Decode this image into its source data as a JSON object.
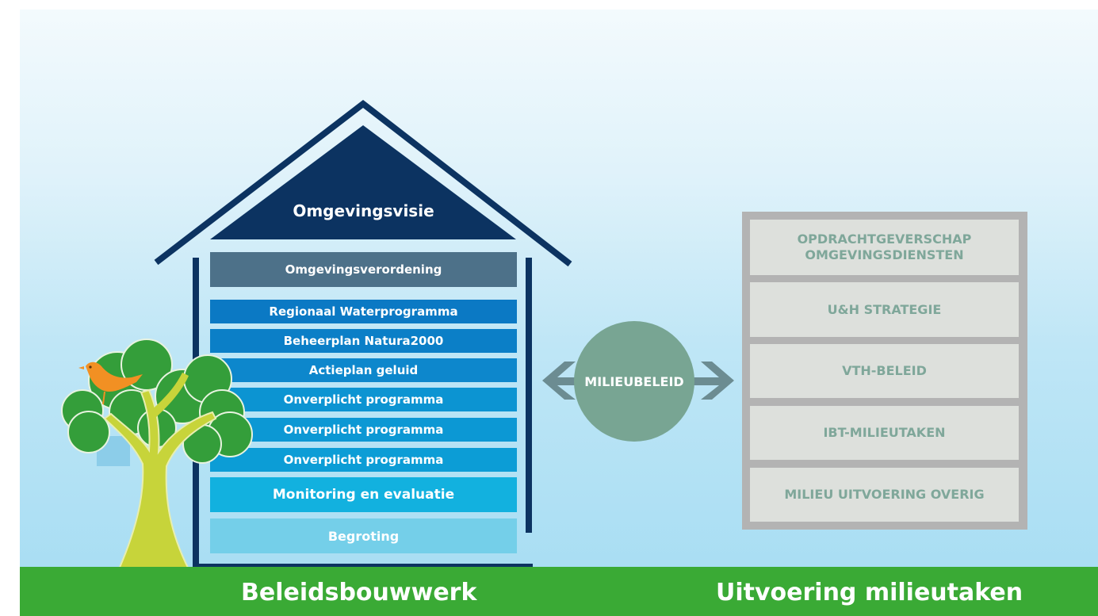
{
  "diagram": {
    "house": {
      "roof_label": "Omgevingsvisie",
      "layers": [
        {
          "label": "Omgevingsverordening",
          "color": "#4d7189"
        },
        {
          "label": "Regionaal Waterprogramma",
          "color": "#0b79c4"
        },
        {
          "label": "Beheerplan Natura2000",
          "color": "#0b7fc7"
        },
        {
          "label": "Actieplan geluid",
          "color": "#0d87cc"
        },
        {
          "label": "Onverplicht programma",
          "color": "#0c94d2"
        },
        {
          "label": "Onverplicht programma",
          "color": "#0c98d4"
        },
        {
          "label": "Onverplicht programma",
          "color": "#0c9dd6"
        },
        {
          "label": "Monitoring en evaluatie",
          "color": "#12b1df"
        },
        {
          "label": "Begroting",
          "color": "#74cfe9"
        }
      ],
      "colors": {
        "roof": "#0c3361",
        "frame": "#0c3361"
      }
    },
    "connector": {
      "label": "MILIEUBELEID",
      "color": "#78a593",
      "arrow_color": "#5e7c80"
    },
    "tasks_panel": {
      "rows": [
        "OPDRACHTGEVERSCHAP\nOMGEVINGSDIENSTEN",
        "U&H STRATEGIE",
        "VTH-BELEID",
        "IBT-MILIEUTAKEN",
        "MILIEU UITVOERING OVERIG"
      ],
      "text_color": "#7fa79a"
    },
    "ground_labels": {
      "left": "Beleidsbouwwerk",
      "right": "Uitvoering milieutaken"
    },
    "ground_color": "#3aaa35",
    "decorations": [
      "tree-illustration",
      "bird-illustration"
    ]
  }
}
